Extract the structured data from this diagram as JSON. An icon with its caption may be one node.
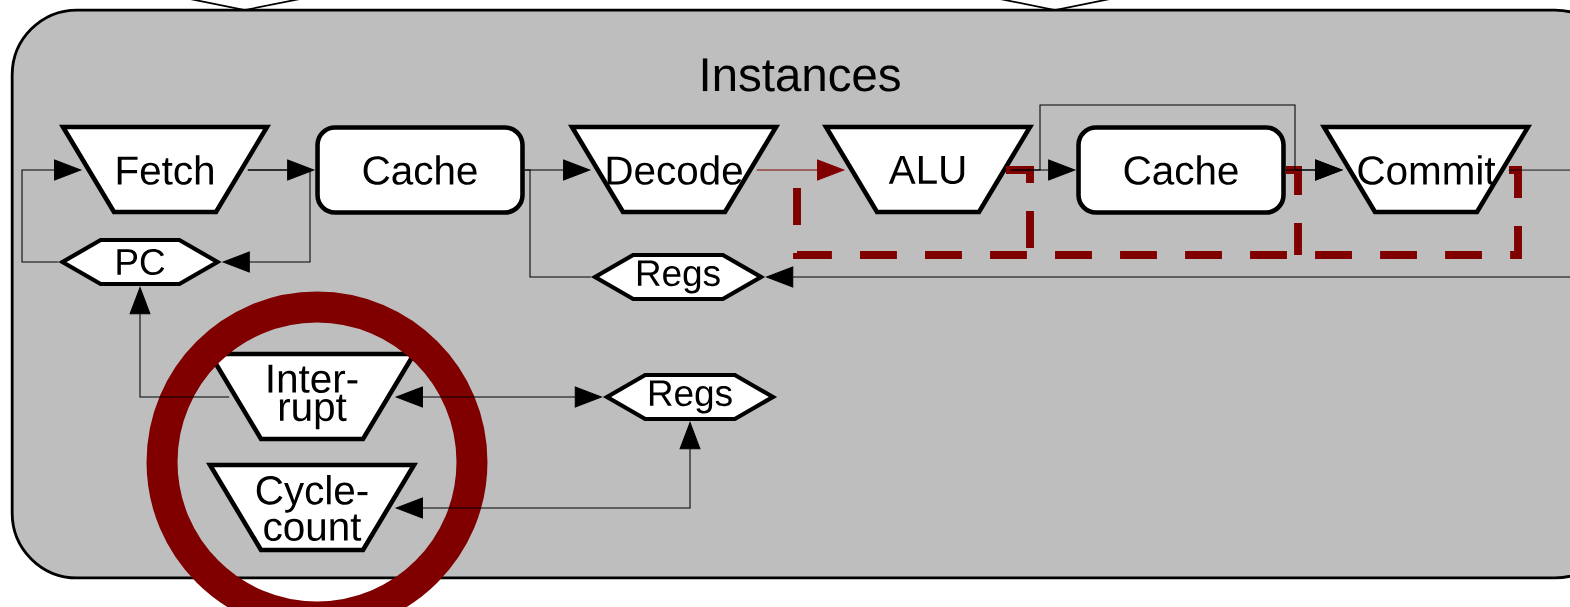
{
  "diagram": {
    "nodes": [
      {
        "text": [
          "Instances"
        ]
      },
      {
        "text": [
          "Fetch"
        ],
        "in": 0
      },
      {
        "text": [
          "Cache"
        ],
        "in": 0
      },
      {
        "text": [
          "Decode"
        ],
        "in": 0
      },
      {
        "text": [
          "ALU"
        ],
        "in": 0
      },
      {
        "text": [
          "Cache"
        ],
        "in": 0
      },
      {
        "text": [
          "Commit"
        ],
        "in": 0
      },
      {
        "text": [
          "PC"
        ],
        "in": 0
      },
      {
        "text": [
          "Regs"
        ],
        "in": 0
      },
      {
        "text": [
          "Inter- rupt"
        ],
        "in": 0
      },
      {
        "text": [
          "Cycle- count"
        ],
        "in": 0
      },
      {
        "text": [
          "Regs"
        ],
        "in": 0
      }
    ],
    "edges": [
      {
        "from": 1,
        "to": 2,
        "arrow": "to"
      },
      {
        "from": 1,
        "to": 7,
        "arrow": "to"
      },
      {
        "from": 7,
        "to": 1,
        "arrow": "to"
      },
      {
        "from": 2,
        "to": 3,
        "arrow": "to"
      },
      {
        "from": 2,
        "to": 8,
        "arrow": "none"
      },
      {
        "from": 3,
        "to": 4,
        "arrow": "to",
        "color": "#800000"
      },
      {
        "from": 4,
        "to": 5,
        "arrow": "to"
      },
      {
        "from": 4,
        "to": 6,
        "arrow": "to"
      },
      {
        "from": 5,
        "to": 6,
        "arrow": "to"
      },
      {
        "from": 6,
        "to": null,
        "arrow": "none"
      },
      {
        "from": null,
        "to": 8,
        "arrow": "to"
      },
      {
        "from": 9,
        "to": 7,
        "arrow": "to"
      },
      {
        "from": 9,
        "to": 11,
        "arrow": "both"
      },
      {
        "from": 10,
        "to": 11,
        "arrow": "both"
      }
    ]
  }
}
